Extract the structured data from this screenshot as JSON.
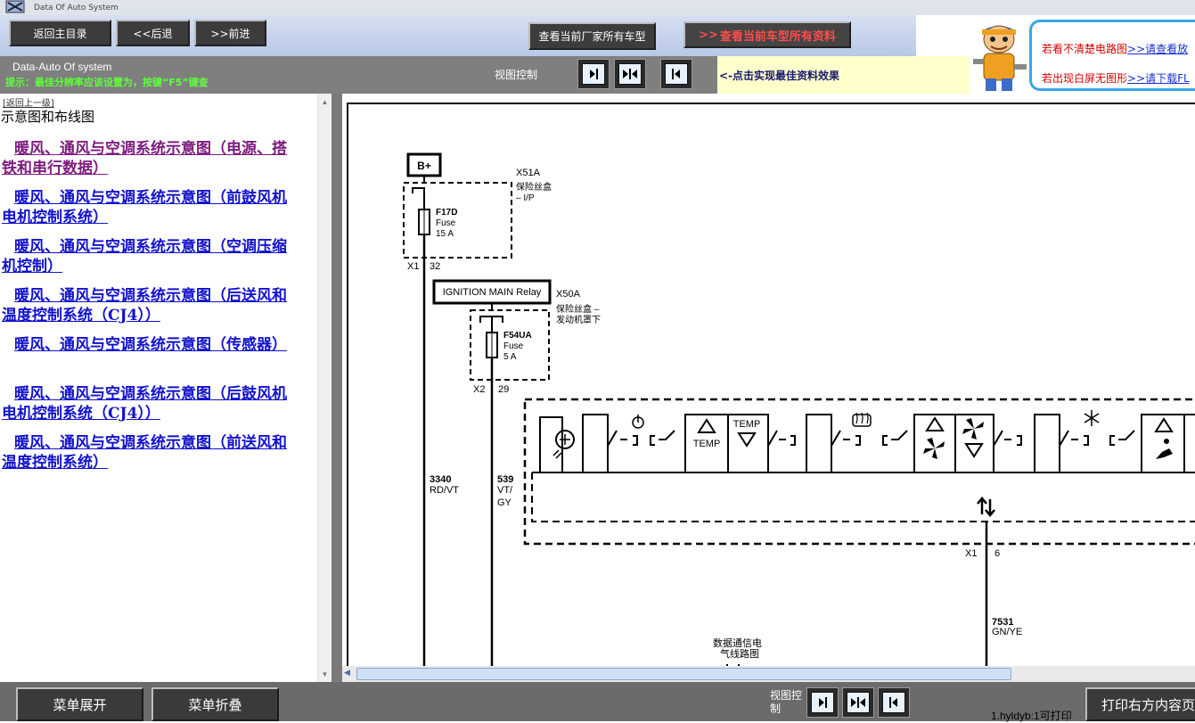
{
  "header": {
    "subtitle": "Data Of Auto System"
  },
  "nav": {
    "home": "返回主目录",
    "back": "<<后退",
    "forward": ">>前进",
    "all_models": "查看当前厂家所有车型",
    "all_docs": "查看当前车型所有资料"
  },
  "banner": {
    "line1_prefix": "若看不清楚电路图",
    "line1_link": ">>请查看放",
    "line2_prefix": "若出现白屏无图形",
    "line2_link": ">>请下载FL"
  },
  "strip": {
    "title": "Data-Auto Of system",
    "tip": "提示：最佳分辨率应该设置为，按键“F5”键查",
    "view_label": "视图控制",
    "hint": "<-点击实现最佳资料效果"
  },
  "left": {
    "back_up": "[返回上一级]",
    "section_title": "示意图和布线图",
    "links": [
      "暖风、通风与空调系统示意图（电源、搭铁和串行数据）",
      "暖风、通风与空调系统示意图（前鼓风机电机控制系统）",
      "暖风、通风与空调系统示意图（空调压缩机控制）",
      "暖风、通风与空调系统示意图（后送风和温度控制系统（CJ4））",
      "暖风、通风与空调系统示意图（传感器）",
      "暖风、通风与空调系统示意图（后鼓风机电机控制系统（CJ4））",
      "暖风、通风与空调系统示意图（前送风和温度控制系统）"
    ]
  },
  "diagram": {
    "bplus": "B+",
    "x51a_name": "X51A",
    "x51a_desc1": "保险丝盒",
    "x51a_desc2": "– I/P",
    "f17d_name": "F17D",
    "f17d_type": "Fuse",
    "f17d_rating": "15 A",
    "x1_label": "X1",
    "x1_pin": "32",
    "relay_name": "IGNITION MAIN Relay",
    "x50a_name": "X50A",
    "x50a_desc1": "保险丝盒 –",
    "x50a_desc2": "发动机罩下",
    "f54ua_name": "F54UA",
    "f54ua_type": "Fuse",
    "f54ua_rating": "5 A",
    "x2_label": "X2",
    "x2_pin": "29",
    "wire1_num": "3340",
    "wire1_color": "RD/VT",
    "wire2_num": "539",
    "wire2_color1": "VT/",
    "wire2_color2": "GY",
    "temp1": "TEMP",
    "temp2": "TEMP",
    "x1b_label": "X1",
    "x1b_pin": "6",
    "wire3_num": "7531",
    "wire3_color": "GN/YE",
    "data_link1": "数据通信电",
    "data_link2": "气线路图"
  },
  "bottom": {
    "expand": "菜单展开",
    "collapse": "菜单折叠",
    "view_label": "视图控制",
    "page_status": "1.hyldyb:1可打印",
    "print": "打印右方内容页"
  }
}
